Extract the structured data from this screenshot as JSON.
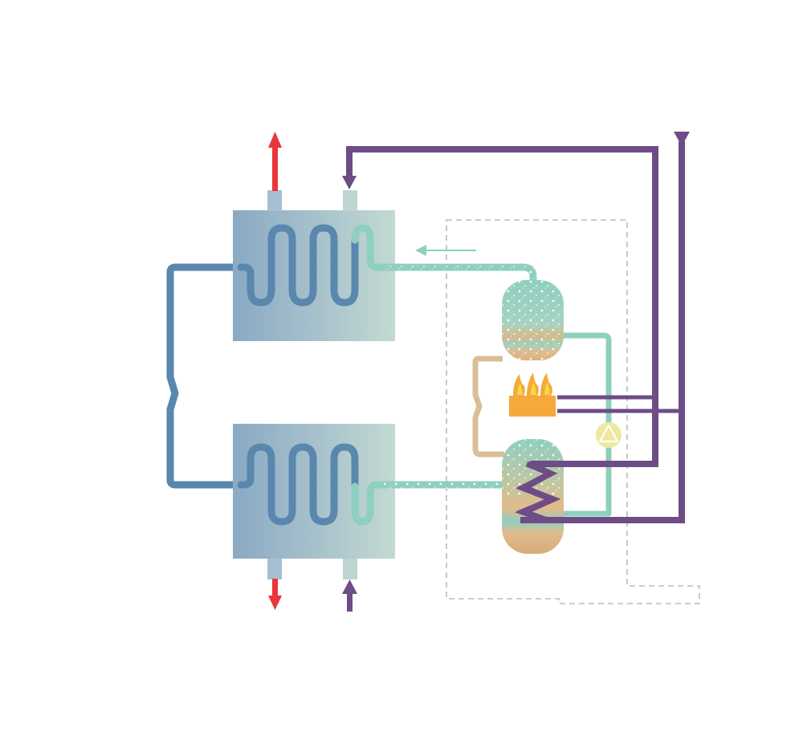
{
  "diagram": {
    "components": [
      {
        "name": "condenser-unit",
        "label": ""
      },
      {
        "name": "evaporator-unit",
        "label": ""
      },
      {
        "name": "generator-vessel",
        "label": ""
      },
      {
        "name": "absorber-vessel",
        "label": ""
      },
      {
        "name": "gas-burner",
        "label": ""
      },
      {
        "name": "solution-pump",
        "label": ""
      }
    ],
    "flows": [
      {
        "name": "heat-out-top",
        "direction": "up"
      },
      {
        "name": "heat-out-bottom",
        "direction": "down"
      },
      {
        "name": "heat-in-bottom",
        "direction": "up"
      },
      {
        "name": "heat-in-top",
        "direction": "down"
      },
      {
        "name": "refrigerant-vapour-flow",
        "direction": "left"
      }
    ]
  },
  "colors": {
    "unit_left": "#8aa9c4",
    "unit_right": "#c3d9d3",
    "refrigerant_loop": "#5a87ad",
    "solution_line": "#8fcfbf",
    "heating_circuit": "#6e4c86",
    "heat_release": "#e8363a",
    "burner": "#f5a93a",
    "pump": "#eee8a0",
    "boundary": "#bbbbbb"
  }
}
